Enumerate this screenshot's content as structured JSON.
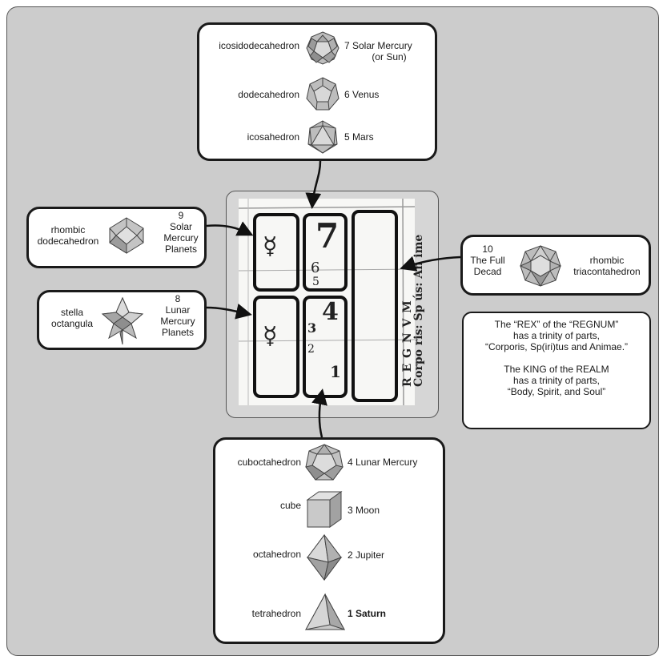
{
  "top_box": {
    "rows": [
      {
        "solid": "icosidodecahedron",
        "planet": "7  Solar Mercury",
        "planet2": "(or Sun)",
        "icon": "icosidodecahedron-icon"
      },
      {
        "solid": "dodecahedron",
        "planet": "6  Venus",
        "icon": "dodecahedron-icon"
      },
      {
        "solid": "icosahedron",
        "planet": "5  Mars",
        "icon": "icosahedron-icon"
      }
    ]
  },
  "left_top": {
    "solid_line1": "rhombic",
    "solid_line2": "dodecahedron",
    "number": "9",
    "line1": "Solar",
    "line2": "Mercury",
    "line3": "Planets",
    "icon": "rhombic-dodecahedron-icon"
  },
  "left_bottom": {
    "solid_line1": "stella",
    "solid_line2": "octangula",
    "number": "8",
    "line1": "Lunar",
    "line2": "Mercury",
    "line3": "Planets",
    "icon": "stella-octangula-icon"
  },
  "right_box": {
    "number": "10",
    "line1": "The Full",
    "line2": "Decad",
    "solid_line1": "rhombic",
    "solid_line2": "triacontahedron",
    "icon": "rhombic-triacontahedron-icon"
  },
  "notes": {
    "lines": [
      "The “REX” of the  “REGNUM”",
      "has  a trinity of parts,",
      "“Corporis, Sp(iri)tus and Animae.”",
      "",
      "The KING of the REALM",
      "has a trinity of parts,",
      "“Body, Spirit, and Soul”"
    ]
  },
  "bottom_box": {
    "rows": [
      {
        "solid": "cuboctahedron",
        "planet": "4  Lunar Mercury",
        "icon": "cuboctahedron-icon"
      },
      {
        "solid": "cube",
        "planet": "3  Moon",
        "icon": "cube-icon"
      },
      {
        "solid": "octahedron",
        "planet": "2  Jupiter",
        "icon": "octahedron-icon"
      },
      {
        "solid": "tetrahedron",
        "planet": "1  Saturn",
        "icon": "tetrahedron-icon"
      }
    ]
  },
  "manuscript": {
    "glyph_top": "☿",
    "glyph_bottom": "☿",
    "num7": "7",
    "num6": "6",
    "num5": "5",
    "num4": "4",
    "num3": "3",
    "num2": "2",
    "num1": "1",
    "vertical1": "R E G N V M",
    "vertical2": "Corpo ris: Sp ús: An  ime"
  }
}
